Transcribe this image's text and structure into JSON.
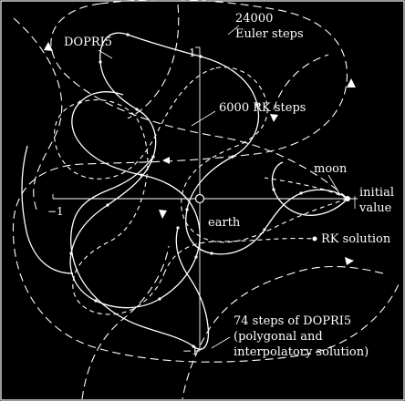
{
  "diagram": {
    "labels": {
      "euler_steps_line1": "24000",
      "euler_steps_line2": "Euler steps",
      "dopri5": "DOPRI5",
      "rk_steps": "6000 RK steps",
      "moon": "moon",
      "initial_line1": "initial",
      "initial_line2": "value",
      "earth": "earth",
      "rk_solution": "RK solution",
      "dopri_steps_line1": "74 steps of DOPRI5",
      "dopri_steps_line2": "(polygonal and",
      "dopri_steps_line3": "interpolatory solution)"
    },
    "axis_ticks": {
      "x_neg": "−1",
      "y_pos": "1",
      "y_neg": "−1"
    },
    "colors": {
      "background": "#000000",
      "foreground": "#ffffff"
    }
  }
}
